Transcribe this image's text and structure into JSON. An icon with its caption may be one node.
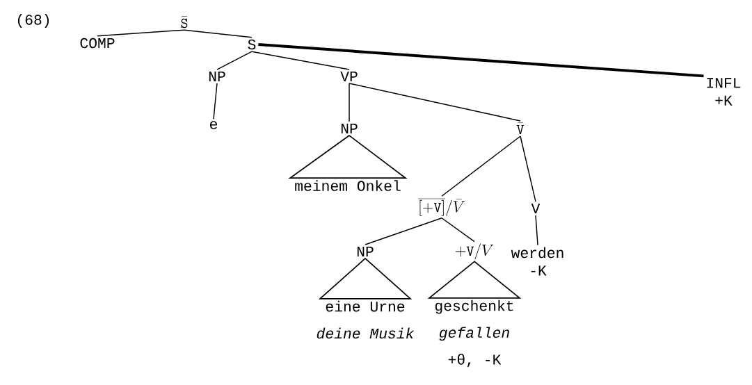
{
  "diagram": {
    "nodes": [
      {
        "text": [
          "\\bar{\\mathtt{S}}"
        ]
      },
      {
        "text": [
          "COMP"
        ]
      },
      {
        "text": [
          "S"
        ]
      },
      {
        "text": [
          "NP"
        ]
      },
      {
        "text": [
          "e"
        ]
      },
      {
        "text": [
          "VP"
        ]
      },
      {
        "text": [
          "NP"
        ]
      },
      {
        "text": [
          "meinem Onkel"
        ]
      },
      {
        "text": [
          "\\bar{\\mathtt{V}}"
        ]
      },
      {
        "text": [
          "INFL",
          "+K"
        ]
      },
      {
        "text": [
          "\\overline{[\\mathtt{+V}]}/\\bar{V}"
        ]
      },
      {
        "text": [
          "V"
        ]
      },
      {
        "text": [
          "werden",
          "-K"
        ]
      },
      {
        "text": [
          "NP"
        ]
      },
      {
        "text": [
          "\\mathtt{+V}/V"
        ]
      },
      {
        "text": [
          "eine Urne",
          "deine Musik"
        ]
      },
      {
        "text": [
          "geschenkt",
          "gefallen",
          "+θ, -K"
        ]
      }
    ],
    "edges": [
      {
        "from": 0,
        "to": 1,
        "arrow": "none"
      },
      {
        "from": 0,
        "to": 2,
        "arrow": "none"
      },
      {
        "from": 2,
        "to": 3,
        "arrow": "none"
      },
      {
        "from": 3,
        "to": 4,
        "arrow": "none"
      },
      {
        "from": 2,
        "to": 5,
        "arrow": "none"
      },
      {
        "from": 2,
        "to": 9,
        "arrow": "none",
        "style": "thick"
      },
      {
        "from": 5,
        "to": 6,
        "arrow": "none"
      },
      {
        "from": 6,
        "to": 7,
        "arrow": "none"
      },
      {
        "from": 5,
        "to": 8,
        "arrow": "none"
      },
      {
        "from": 8,
        "to": 10,
        "arrow": "none"
      },
      {
        "from": 8,
        "to": 11,
        "arrow": "none"
      },
      {
        "from": 11,
        "to": 12,
        "arrow": "none"
      },
      {
        "from": 10,
        "to": 13,
        "arrow": "none"
      },
      {
        "from": 10,
        "to": 14,
        "arrow": "none"
      },
      {
        "from": 13,
        "to": 15,
        "arrow": "none"
      },
      {
        "from": 14,
        "to": 16,
        "arrow": "none"
      }
    ],
    "labels": [
      "(68)"
    ]
  }
}
